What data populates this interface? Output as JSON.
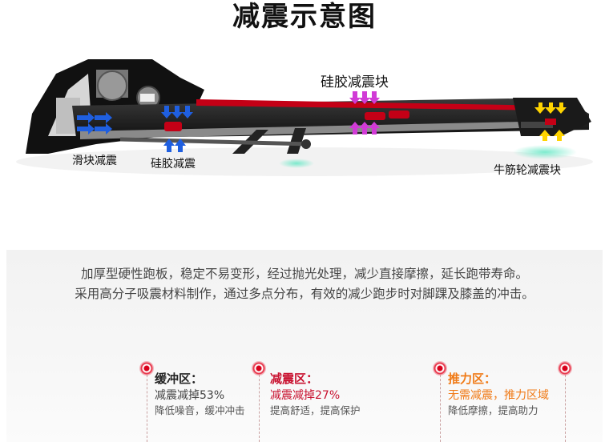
{
  "title": "减震示意图",
  "illustration": {
    "labels": {
      "silicone_block_top": "硅胶减震块",
      "slider_shock": "滑块减震",
      "silicone_shock": "硅胶减震",
      "tendon_wheel": "牛筋轮减震块"
    },
    "colors": {
      "frame": "#1a1a1a",
      "stripe": "#c40016",
      "arrow_blue": "#1f5fe0",
      "arrow_purple": "#d13bd6",
      "arrow_yellow": "#ffd400",
      "glow": "#6fe8c8"
    }
  },
  "description": {
    "line1": "加厚型硬性跑板，稳定不易变形，经过抛光处理，减少直接摩擦，延长跑带寿命。",
    "line2": "采用高分子吸震材料制作，通过多点分布，有效的减少跑步时对脚踝及膝盖的冲击。"
  },
  "zones": [
    {
      "title": "缓冲区：",
      "line1": "减震减掉53%",
      "line2": "降低噪音，缓冲冲击",
      "color": "#222222"
    },
    {
      "title": "减震区：",
      "line1": "减震减掉27%",
      "line2": "提高舒适，提高保护",
      "color": "#c8102e"
    },
    {
      "title": "推力区：",
      "line1": "无需减震，推力区域",
      "line2": "降低摩擦，提高助力",
      "color": "#f07a16"
    }
  ]
}
